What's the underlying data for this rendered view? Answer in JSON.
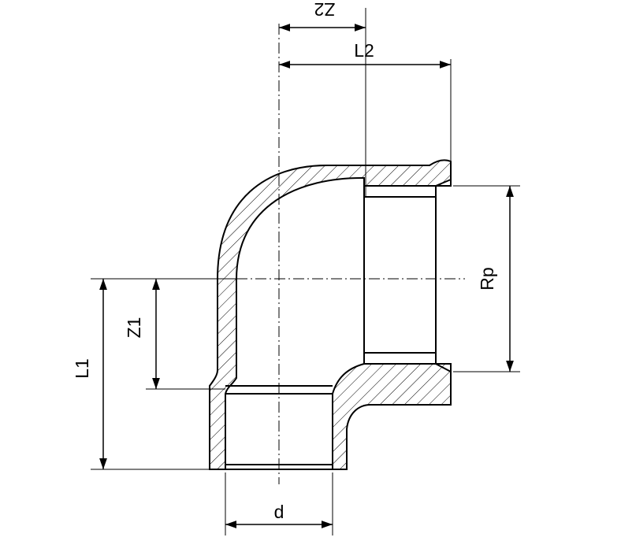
{
  "labels": {
    "z2": "Z2",
    "l2": "L2",
    "rp": "Rp",
    "z1": "Z1",
    "l1": "L1",
    "d": "d"
  }
}
